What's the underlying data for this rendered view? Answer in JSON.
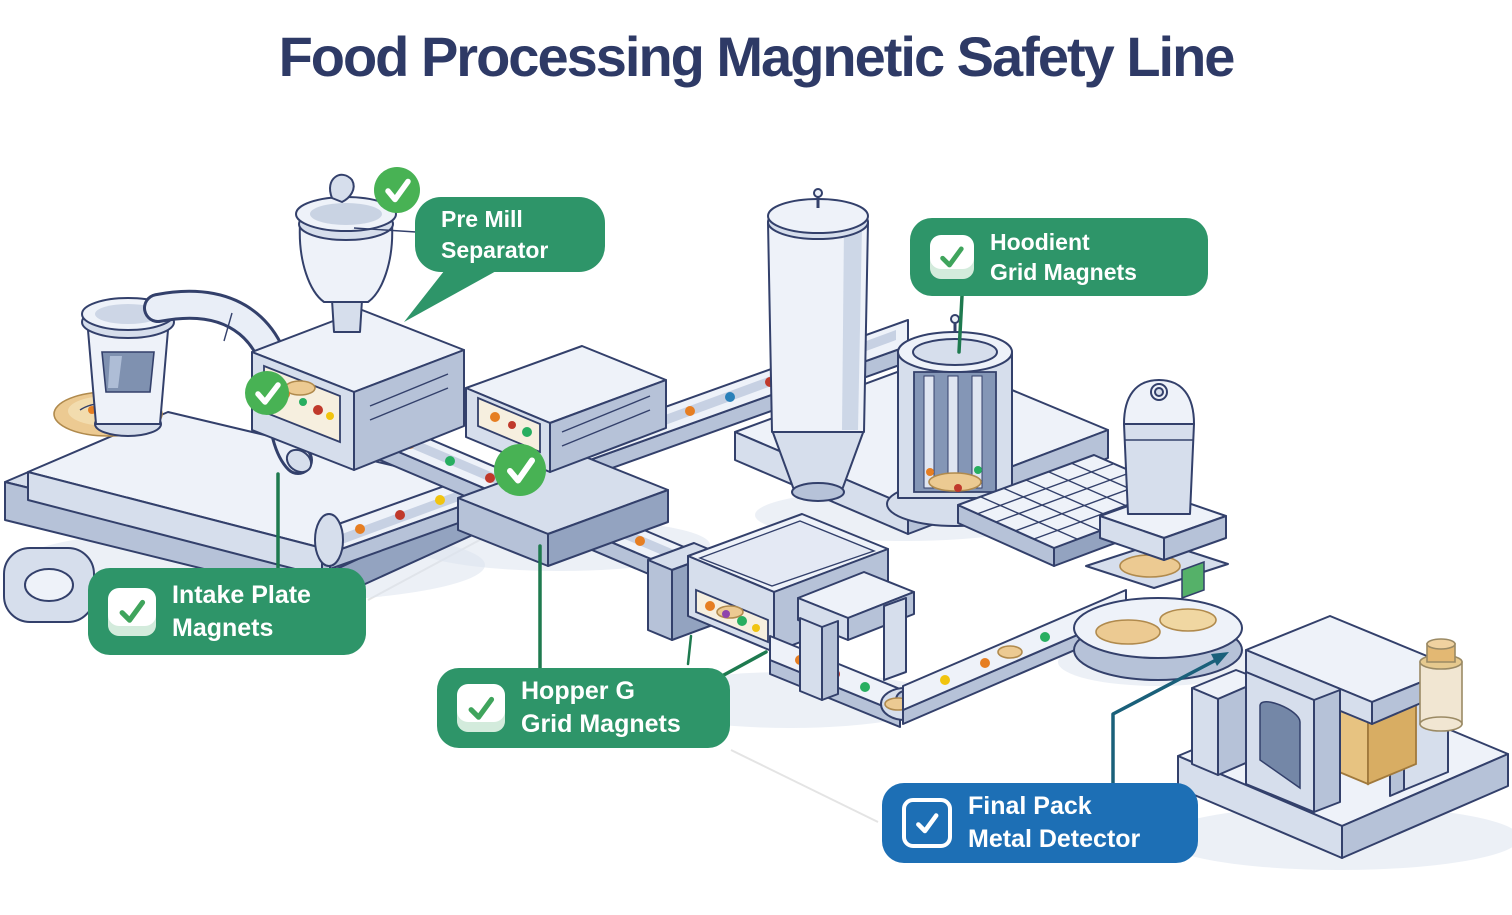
{
  "title": "Food Processing Magnetic Safety Line",
  "labels": {
    "pre_mill": {
      "line1": "Pre Mill",
      "line2": "Separator"
    },
    "ingredient_grid": {
      "line1": "Hoodient",
      "line2": "Grid Magnets"
    },
    "intake_plate": {
      "line1": "Intake Plate",
      "line2": "Magnets"
    },
    "hopper_grid": {
      "line1": "Hopper G",
      "line2": "Grid Magnets"
    },
    "final_pack": {
      "line1": "Final Pack",
      "line2": "Metal Detector"
    }
  },
  "icons": {
    "label_chip": "check-icon",
    "machine_badge": "check-badge-icon"
  },
  "colors": {
    "title": "#2e3a66",
    "label_green": "#2e9569",
    "label_blue": "#1d6fb5",
    "badge_green": "#48b254",
    "leader_green": "#1e7a4f",
    "leader_teal": "#1a607a",
    "label_text": "#ffffff"
  }
}
